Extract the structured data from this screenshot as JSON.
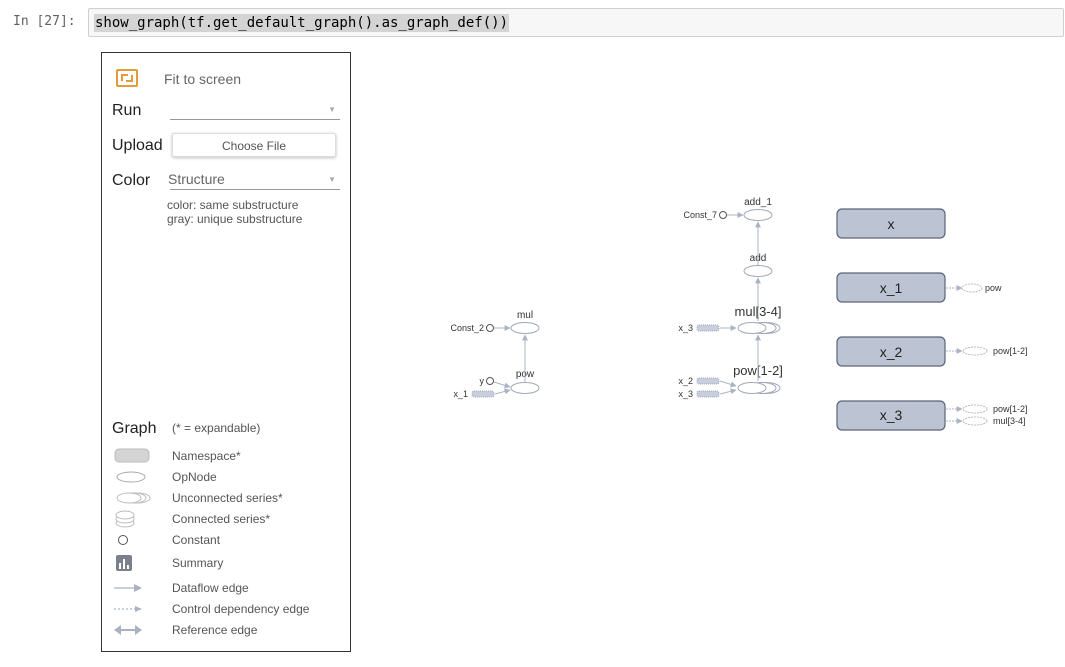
{
  "cell": {
    "prompt": "In [27]:",
    "code": "show_graph(tf.get_default_graph().as_graph_def())"
  },
  "panel": {
    "fit_label": "Fit to screen",
    "run_label": "Run",
    "run_value": "",
    "upload_label": "Upload",
    "choose_file": "Choose File",
    "color_label": "Color",
    "color_value": "Structure",
    "color_note_1": "color: same substructure",
    "color_note_2": "gray: unique substructure",
    "graph_title": "Graph",
    "graph_expand": "(* = expandable)",
    "legend": [
      {
        "icon": "namespace-icon",
        "label": "Namespace*"
      },
      {
        "icon": "opnode-icon",
        "label": "OpNode"
      },
      {
        "icon": "unconnected-series-icon",
        "label": "Unconnected series*"
      },
      {
        "icon": "connected-series-icon",
        "label": "Connected series*"
      },
      {
        "icon": "constant-icon",
        "label": "Constant"
      },
      {
        "icon": "summary-icon",
        "label": "Summary"
      },
      {
        "icon": "dataflow-edge-icon",
        "label": "Dataflow edge"
      },
      {
        "icon": "control-dependency-edge-icon",
        "label": "Control dependency edge"
      },
      {
        "icon": "reference-edge-icon",
        "label": "Reference edge"
      }
    ]
  },
  "graph": {
    "nodes": {
      "mul": "mul",
      "const_2": "Const_2",
      "pow": "pow",
      "y": "y",
      "x_1_in": "x_1",
      "add_1": "add_1",
      "const_7": "Const_7",
      "add": "add",
      "mul_series": "mul[3-4]",
      "x_3_in": "x_3",
      "pow_series": "pow[1-2]",
      "x_2_in2": "x_2",
      "x_3_in2": "x_3"
    },
    "boxes": [
      {
        "name": "x",
        "outputs": []
      },
      {
        "name": "x_1",
        "outputs": [
          "pow"
        ]
      },
      {
        "name": "x_2",
        "outputs": [
          "pow[1-2]"
        ]
      },
      {
        "name": "x_3",
        "outputs": [
          "pow[1-2]",
          "mul[3-4]"
        ]
      }
    ]
  },
  "colors": {
    "accent": "#e39c3a",
    "node_stroke": "#a0a8b8",
    "box_fill": "#bcc4d4",
    "box_stroke": "#5a6578"
  }
}
